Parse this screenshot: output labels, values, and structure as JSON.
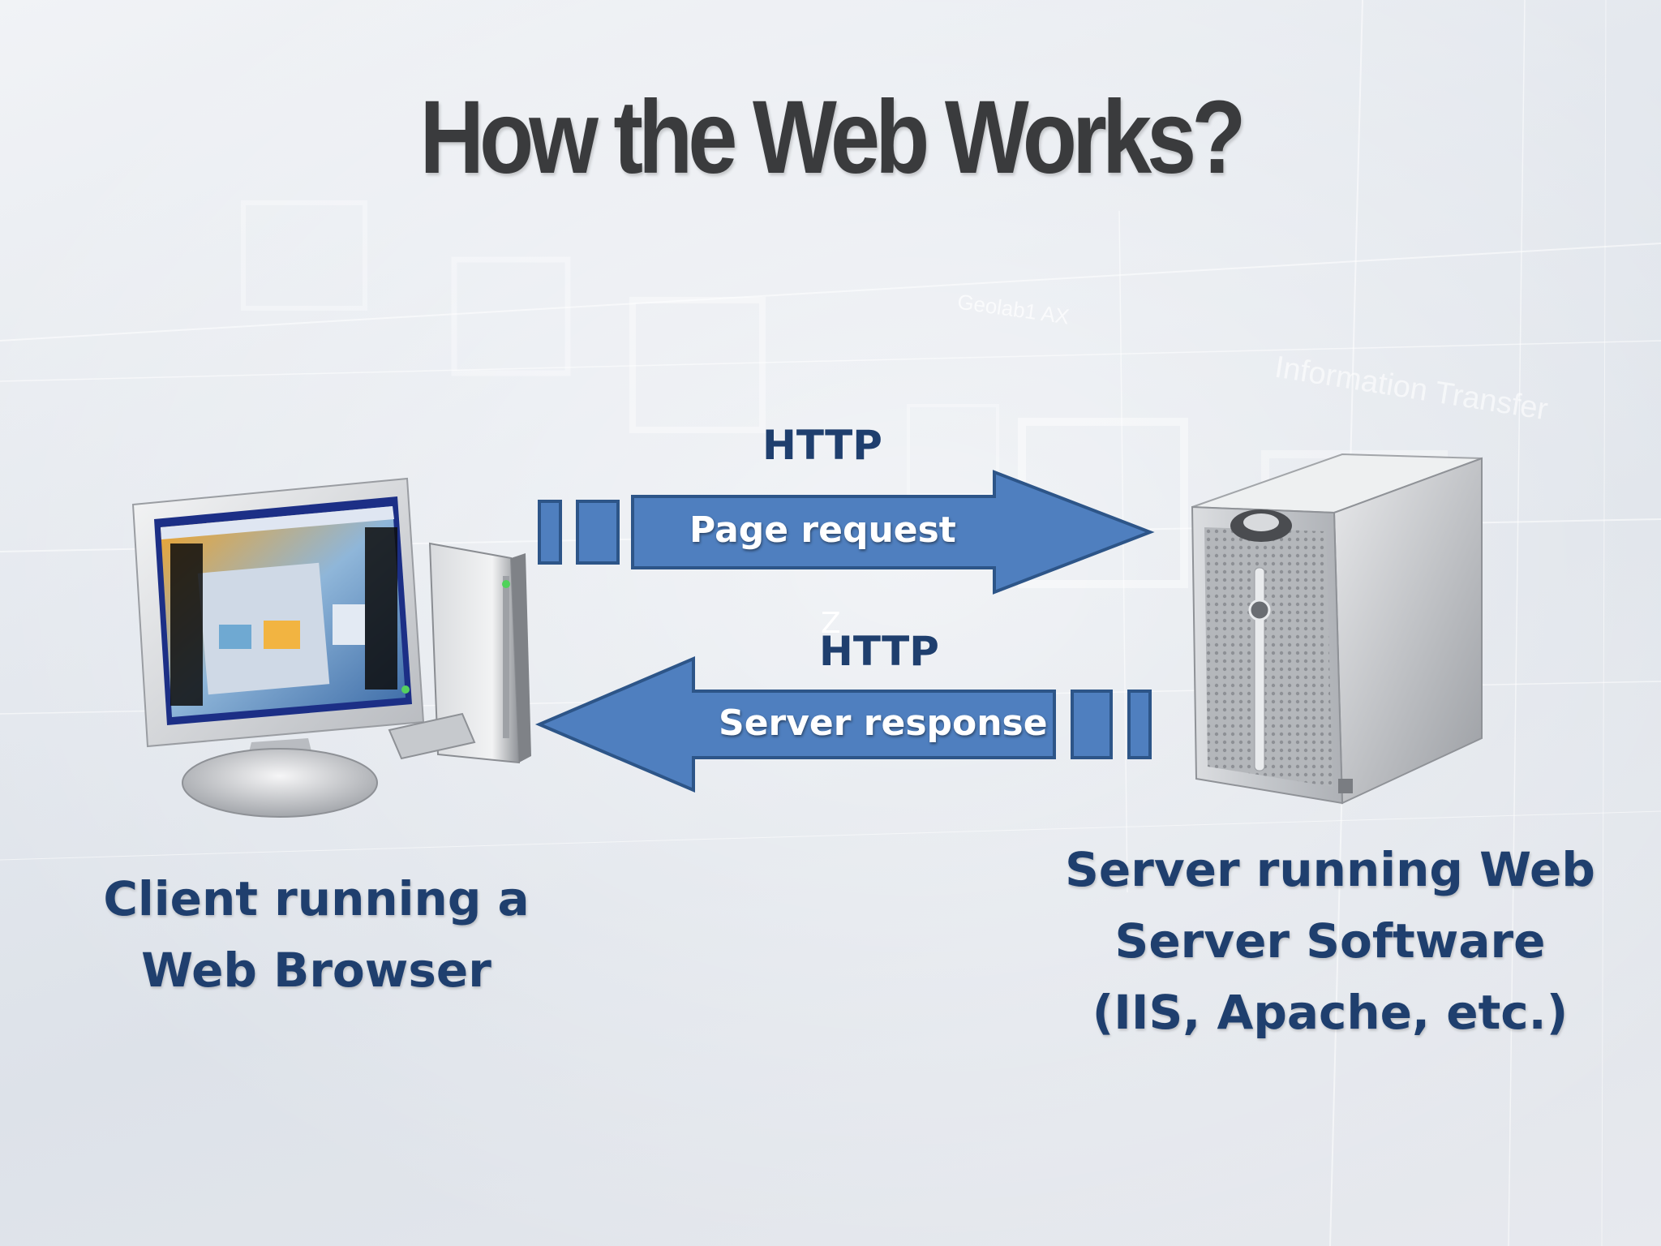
{
  "title": "How the Web Works?",
  "request": {
    "protocol": "HTTP",
    "label": "Page request"
  },
  "response": {
    "protocol": "HTTP",
    "label": "Server response"
  },
  "stray_text": "Z",
  "client": {
    "caption_lines": [
      "Client running a",
      "Web Browser"
    ]
  },
  "server": {
    "caption_lines": [
      "Server running Web",
      "Server Software",
      "(IIS, Apache, etc.)"
    ]
  },
  "background_text": {
    "word1": "Geolab1 AX",
    "word2": "Information Transfer"
  },
  "colors": {
    "arrow_fill": "#4f7fbf",
    "arrow_stroke": "#2d5588",
    "caption_text": "#1f3f6e",
    "title_text": "#3a3b3d"
  },
  "icons": {
    "client": "desktop-computer-icon",
    "server": "server-tower-icon"
  }
}
